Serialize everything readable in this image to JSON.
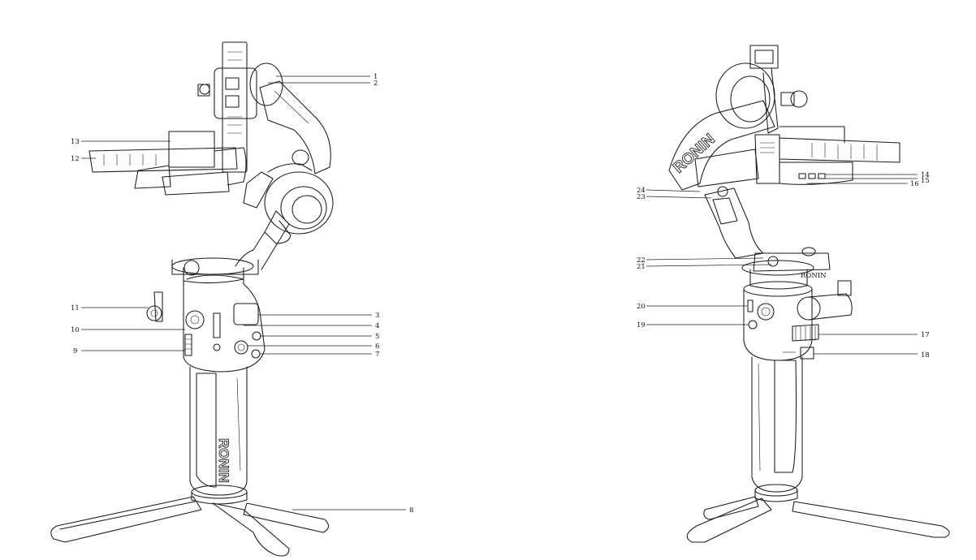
{
  "brand_text": "RONIN",
  "left_view": {
    "callouts": [
      {
        "label": "1"
      },
      {
        "label": "2"
      },
      {
        "label": "3"
      },
      {
        "label": "4"
      },
      {
        "label": "5"
      },
      {
        "label": "6"
      },
      {
        "label": "7"
      },
      {
        "label": "8"
      },
      {
        "label": "9"
      },
      {
        "label": "10"
      },
      {
        "label": "11"
      },
      {
        "label": "12"
      },
      {
        "label": "13"
      }
    ]
  },
  "right_view": {
    "callouts": [
      {
        "label": "14"
      },
      {
        "label": "15"
      },
      {
        "label": "16"
      },
      {
        "label": "17"
      },
      {
        "label": "18"
      },
      {
        "label": "19"
      },
      {
        "label": "20"
      },
      {
        "label": "21"
      },
      {
        "label": "22"
      },
      {
        "label": "23"
      },
      {
        "label": "24"
      }
    ]
  }
}
